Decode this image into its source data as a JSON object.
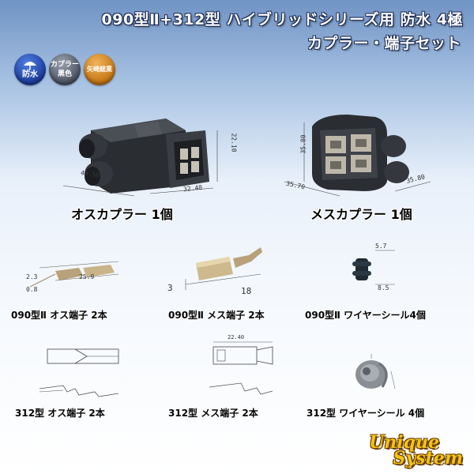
{
  "title": {
    "line1": "090型Ⅱ+312型 ハイブリッドシリーズ用 防水 4極",
    "line2": "カプラー・端子セット"
  },
  "badges": {
    "waterproof": "防水",
    "color_line1": "カプラー",
    "color_line2": "黒色",
    "maker": "矢崎総業"
  },
  "connectors": {
    "male_label": "オスカプラー 1個",
    "female_label": "メスカプラー 1個",
    "male_dims": {
      "height": "22.10",
      "length": "49.50",
      "width": "32.40"
    },
    "female_dims": {
      "height": "35.80",
      "length": "35.70",
      "width": "35.80"
    }
  },
  "parts": {
    "p090_male_terminal": "090型Ⅱ オス端子 2本",
    "p090_female_terminal": "090型Ⅱ メス端子 2本",
    "p090_seal": "090型Ⅱ ワイヤーシール4個",
    "p312_male_terminal": "312型 オス端子 2本",
    "p312_female_terminal": "312型 メス端子 2本",
    "p312_seal": "312型 ワイヤーシール 4個"
  },
  "part_dims": {
    "p090_male_a": "2.3",
    "p090_male_b": "25.9",
    "p090_male_c": "0.8",
    "p090_female_a": "3",
    "p090_female_b": "18",
    "p090_seal_a": "5.7",
    "p090_seal_b": "8.5",
    "p312_female_a": "22.40"
  },
  "logo": {
    "line1": "Unique",
    "line2": "System"
  },
  "colors": {
    "connector_body": "#2a2d32",
    "terminal_metal": "#b9a27a",
    "seal_male": "#1f2a33",
    "seal_312": "#8a8f96",
    "logo_gold": "#f2c418"
  }
}
